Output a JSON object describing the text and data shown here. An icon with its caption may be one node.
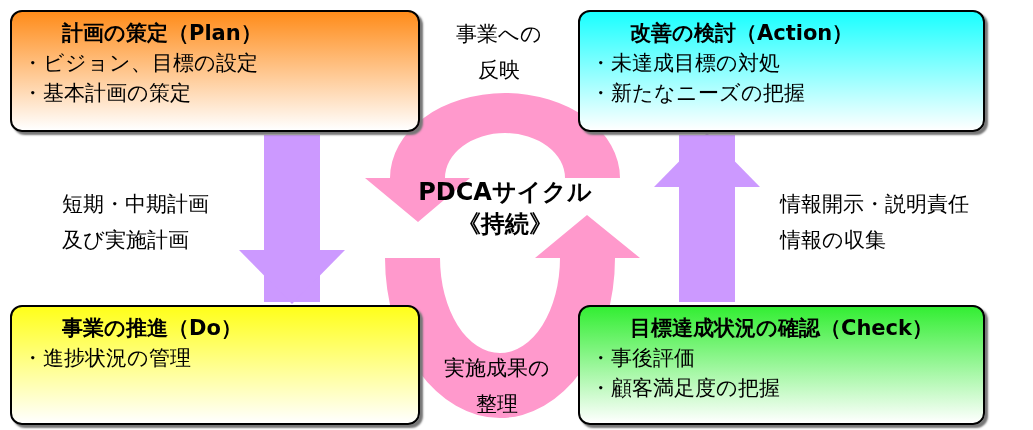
{
  "diagram": {
    "nodes": [
      {
        "text": [
          "計画の策定（Plan）",
          "・ビジョン、目標の設定",
          "・基本計画の策定"
        ]
      },
      {
        "text": [
          "改善の検討（Action）",
          "・未達成目標の対処",
          "・新たなニーズの把握"
        ]
      },
      {
        "text": [
          "事業の推進（Do）",
          "・進捗状況の管理"
        ]
      },
      {
        "text": [
          "目標達成状況の確認（Check）",
          "・事後評価",
          "・顧客満足度の把握"
        ]
      }
    ],
    "edges": [
      {
        "from": 0,
        "to": 2,
        "arrow": "to",
        "label": "短期・中期計画及び実施計画"
      },
      {
        "from": 3,
        "to": 1,
        "arrow": "to",
        "label": "情報開示・説明責任情報の収集"
      }
    ],
    "labels": [
      "事業への反映",
      "PDCAサイクル《持続》",
      "実施成果の整理"
    ]
  }
}
